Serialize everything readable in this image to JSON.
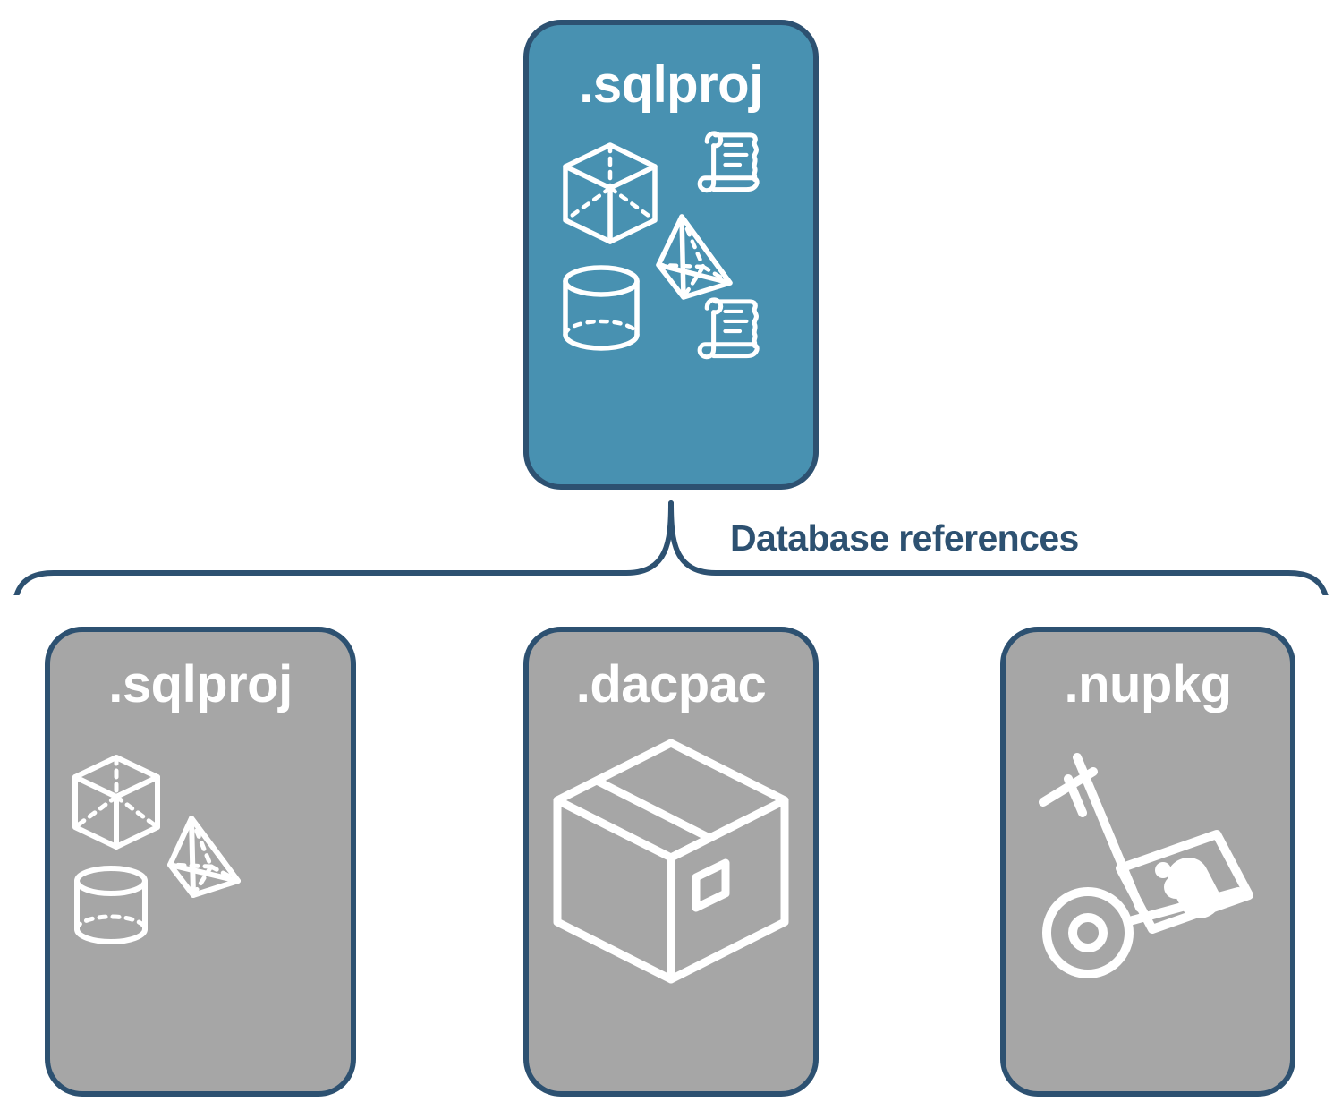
{
  "diagram": {
    "title": "Database references",
    "colors": {
      "primary_fill": "#4891b1",
      "secondary_fill": "#a6a6a6",
      "stroke": "#2d5171",
      "icon": "#ffffff",
      "background": "#ffffff"
    },
    "root": {
      "label": ".sqlproj",
      "icons": [
        "cube-3d-icon",
        "pyramid-3d-icon",
        "cylinder-3d-icon",
        "script-scroll-icon",
        "script-scroll-icon"
      ]
    },
    "connector": {
      "label": "Database references",
      "type": "curly-brace"
    },
    "children": [
      {
        "label": ".sqlproj",
        "icons": [
          "cube-3d-icon",
          "pyramid-3d-icon",
          "cylinder-3d-icon"
        ]
      },
      {
        "label": ".dacpac",
        "icons": [
          "package-box-icon"
        ]
      },
      {
        "label": ".nupkg",
        "icons": [
          "hand-truck-icon",
          "nuget-package-icon"
        ]
      }
    ]
  }
}
